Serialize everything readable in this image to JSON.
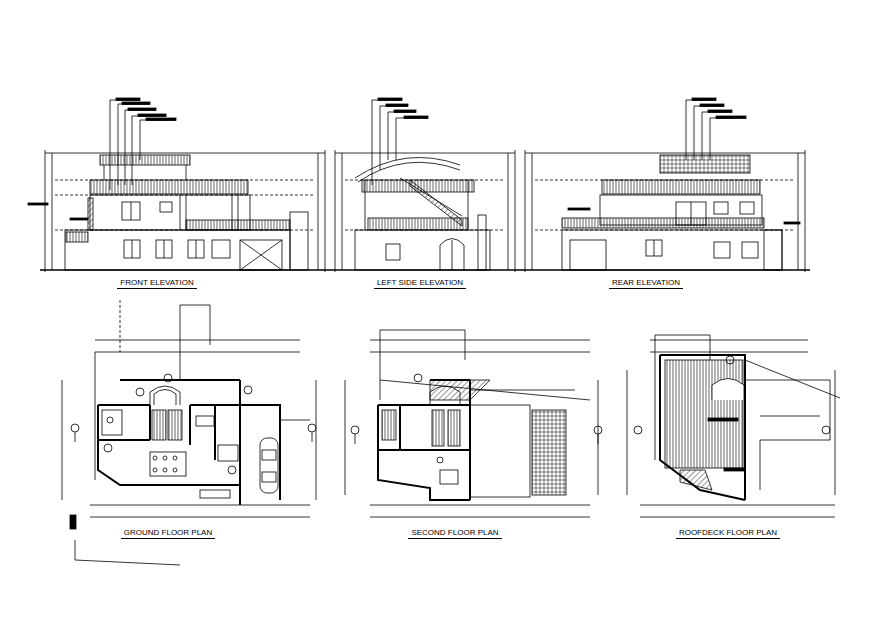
{
  "diagram": {
    "labels": [
      "FRONT ELEVATION",
      "LEFT SIDE ELEVATION",
      "REAR ELEVATION",
      "GROUND FLOOR PLAN",
      "SECOND FLOOR PLAN",
      "ROOFDECK FLOOR PLAN"
    ]
  }
}
